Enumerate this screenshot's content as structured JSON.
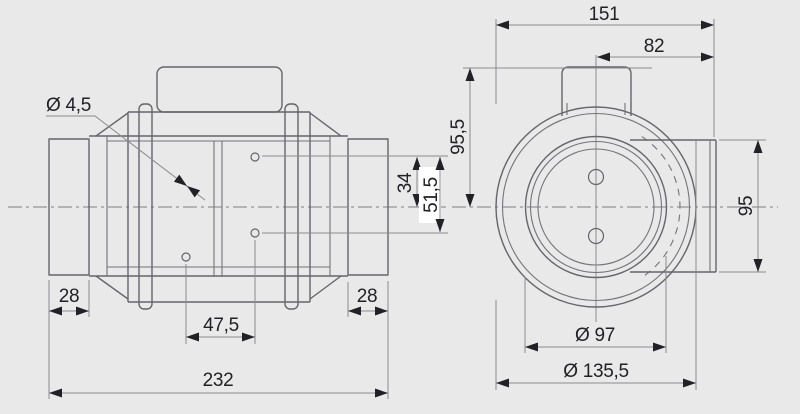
{
  "colors": {
    "background": "#e9e9ea",
    "outline": "#65656b",
    "dimension_lines": "#8b8b90",
    "text": "#212126",
    "label_highlight": "#ffffff"
  },
  "side_view": {
    "dim_hole_diameter": "Ø 4,5",
    "dim_hole_to_axis": "34",
    "dim_hole_spacing": "51,5",
    "dim_collar_length_left": "28",
    "dim_collar_length_right": "28",
    "dim_bracket_hole_spacing": "47,5",
    "dim_overall_length": "232"
  },
  "front_view": {
    "dim_overall_width": "151",
    "dim_axis_to_duct_end": "82",
    "dim_box_top_to_axis": "95,5",
    "dim_duct_outer_diameter": "95",
    "dim_inlet_diameter": "Ø 97",
    "dim_body_diameter": "Ø 135,5"
  }
}
